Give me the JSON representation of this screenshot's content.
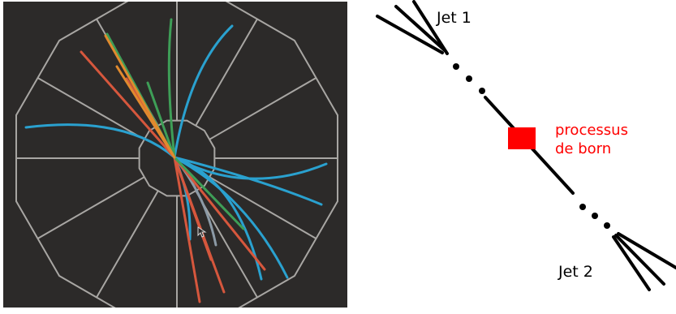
{
  "event_display": {
    "background": "#2c2a29",
    "detector_color": "#a8a6a3",
    "track_colors": {
      "blue": "#2aa1cf",
      "red": "#d6573d",
      "green": "#3e9e57",
      "orange": "#e08a2e",
      "grey": "#8c9aa6"
    },
    "cursor_icon": "pointer-arrow-icon"
  },
  "schematic": {
    "jet1_label": "Jet 1",
    "jet2_label": "Jet 2",
    "process_label_line1": "processus",
    "process_label_line2": "de born",
    "process_color": "#ff0000",
    "line_color": "#000000"
  }
}
